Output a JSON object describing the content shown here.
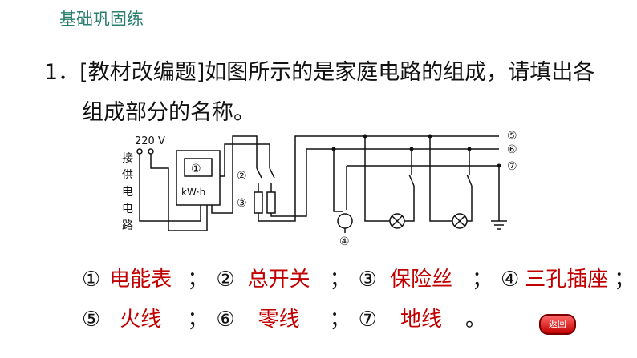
{
  "header": {
    "title": "基础巩固练"
  },
  "question": {
    "line1": "1．[教材改编题]如图所示的是家庭电路的组成，请填出各",
    "line2": "组成部分的名称。"
  },
  "diagram": {
    "voltage": "220 V",
    "supply_label": "接供电电路",
    "meter_num": "①",
    "meter_unit": "kW·h",
    "label2": "②",
    "label3": "③",
    "label4": "④",
    "label5": "⑤",
    "label6": "⑥",
    "label7": "⑦"
  },
  "answers": [
    {
      "num": "①",
      "value": "电能表"
    },
    {
      "num": "②",
      "value": "总开关"
    },
    {
      "num": "③",
      "value": "保险丝"
    },
    {
      "num": "④",
      "value": "三孔插座"
    },
    {
      "num": "⑤",
      "value": "火线"
    },
    {
      "num": "⑥",
      "value": "零线"
    },
    {
      "num": "⑦",
      "value": "地线"
    }
  ],
  "separator": "；",
  "end_mark": "。",
  "back_button": "返回"
}
